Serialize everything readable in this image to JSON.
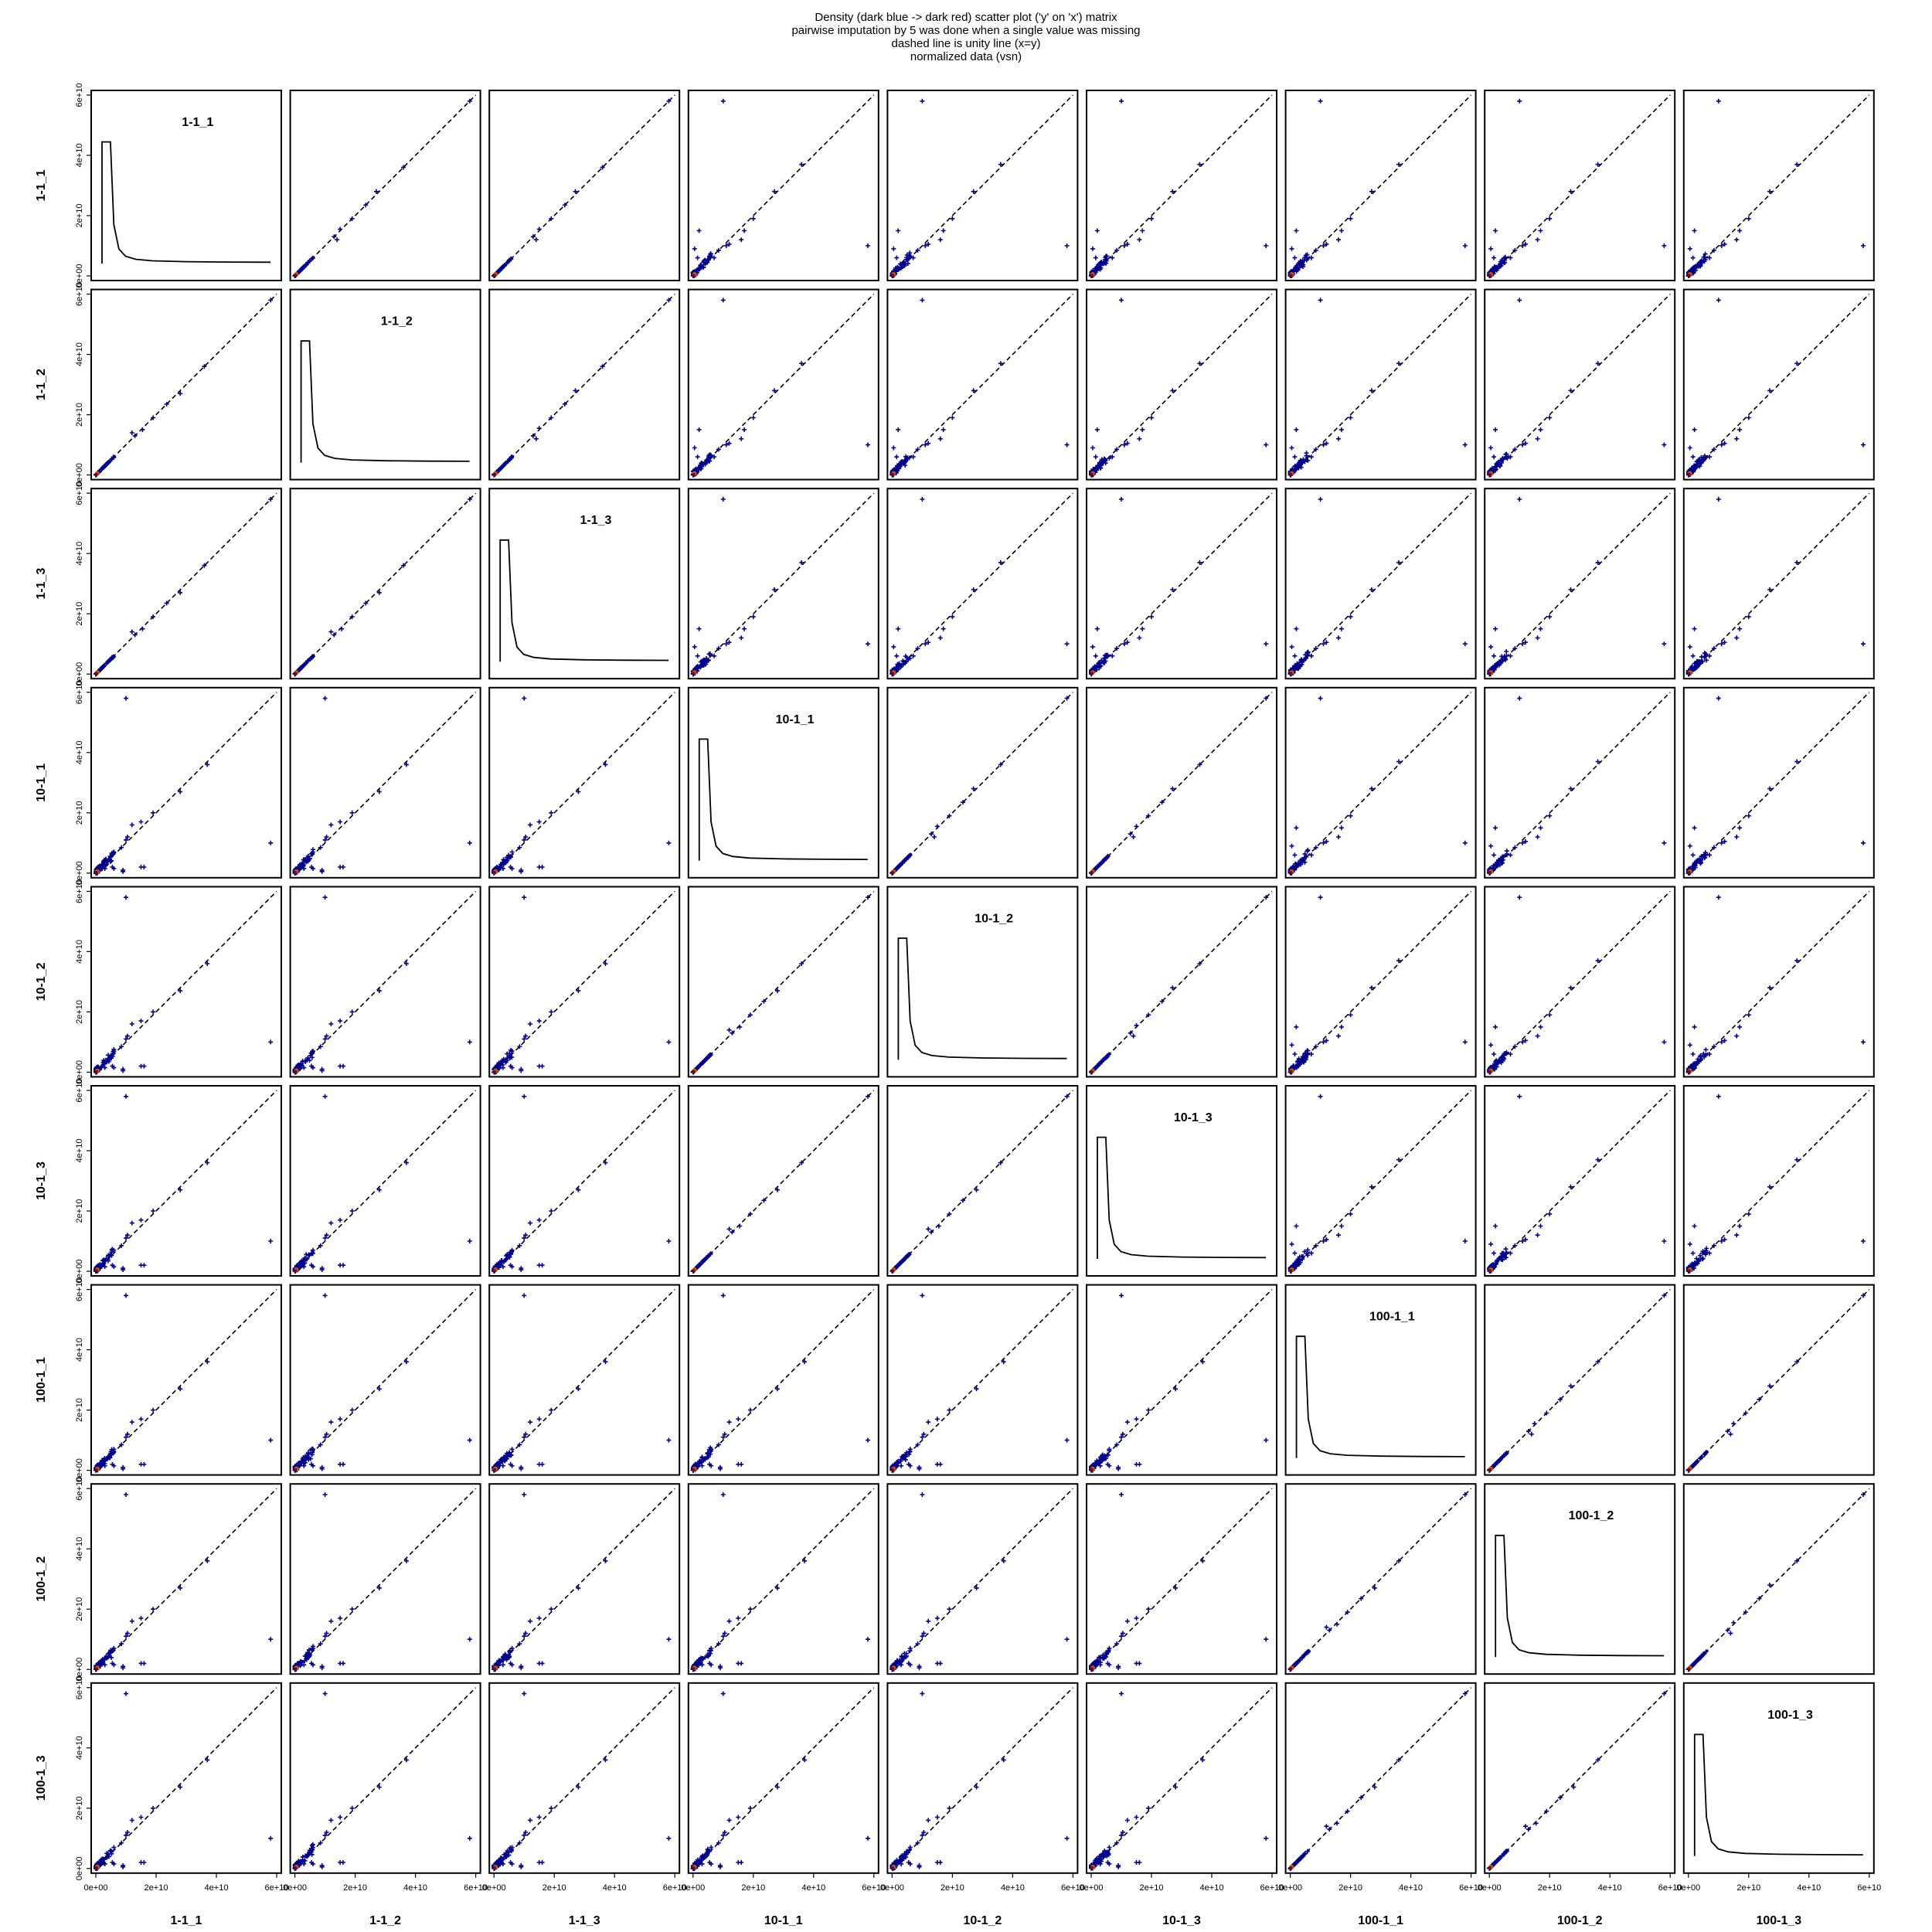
{
  "title_lines": [
    "Density (dark blue -> dark red) scatter plot ('y' on 'x') matrix",
    "pairwise imputation by 5 was done when a single value was missing",
    "dashed line is unity line (x=y)",
    "normalized data (vsn)"
  ],
  "chart_data": {
    "type": "scatter",
    "layout": "pairs-matrix",
    "variables": [
      "1-1_1",
      "1-1_2",
      "1-1_3",
      "10-1_1",
      "10-1_2",
      "10-1_3",
      "100-1_1",
      "100-1_2",
      "100-1_3"
    ],
    "groups": {
      "1-1_1": 0,
      "1-1_2": 0,
      "1-1_3": 0,
      "10-1_1": 1,
      "10-1_2": 1,
      "10-1_3": 1,
      "100-1_1": 2,
      "100-1_2": 2,
      "100-1_3": 2
    },
    "diagonal": "density",
    "reference_line": "x=y",
    "xlim": [
      0,
      60000000000.0
    ],
    "ylim": [
      0,
      60000000000.0
    ],
    "ticks": [
      0,
      20000000000.0,
      40000000000.0,
      60000000000.0
    ],
    "tick_labels": [
      "0e+00",
      "2e+10",
      "4e+10",
      "6e+10"
    ],
    "colors": {
      "low_density": "#00008B",
      "high_density": "#8B0000",
      "mid_density": "#C05A00",
      "unity_line": "#000000"
    },
    "outlier_points": {
      "same_group": [
        [
          12000000000.0,
          14000000000.0
        ],
        [
          13000000000.0,
          13000000000.0
        ],
        [
          15500000000.0,
          15000000000.0
        ],
        [
          19000000000.0,
          19000000000.0
        ],
        [
          23500000000.0,
          23500000000.0
        ],
        [
          28000000000.0,
          27000000000.0
        ],
        [
          36000000000.0,
          36000000000.0
        ],
        [
          58000000000.0,
          58000000000.0
        ]
      ],
      "cross_group": [
        [
          4000000000.0,
          4000000000.0
        ],
        [
          6000000000.0,
          7000000000.0
        ],
        [
          8500000000.0,
          8500000000.0
        ],
        [
          10000000000.0,
          11000000000.0
        ],
        [
          10500000000.0,
          12000000000.0
        ],
        [
          12000000000.0,
          16000000000.0
        ],
        [
          15000000000.0,
          17000000000.0
        ],
        [
          19000000000.0,
          20000000000.0
        ],
        [
          28000000000.0,
          27000000000.0
        ],
        [
          37000000000.0,
          36000000000.0
        ],
        [
          10000000000.0,
          58000000000.0
        ],
        [
          58000000000.0,
          10000000000.0
        ],
        [
          15000000000.0,
          2000000000.0
        ],
        [
          6000000000.0,
          1500000000.0
        ],
        [
          9000000000.0,
          500000000.0
        ]
      ],
      "low_y_extra": [
        [
          3000000000.0,
          1500000000.0
        ],
        [
          5500000000.0,
          2000000000.0
        ],
        [
          9000000000.0,
          1000000000.0
        ],
        [
          16000000000.0,
          2000000000.0
        ]
      ]
    },
    "density_curve": [
      [
        0.0,
        0.0
      ],
      [
        0.0,
        1.0
      ],
      [
        0.05,
        1.0
      ],
      [
        0.07,
        0.32
      ],
      [
        0.1,
        0.12
      ],
      [
        0.14,
        0.06
      ],
      [
        0.2,
        0.035
      ],
      [
        0.3,
        0.022
      ],
      [
        0.5,
        0.015
      ],
      [
        0.75,
        0.012
      ],
      [
        1.0,
        0.011
      ]
    ]
  }
}
